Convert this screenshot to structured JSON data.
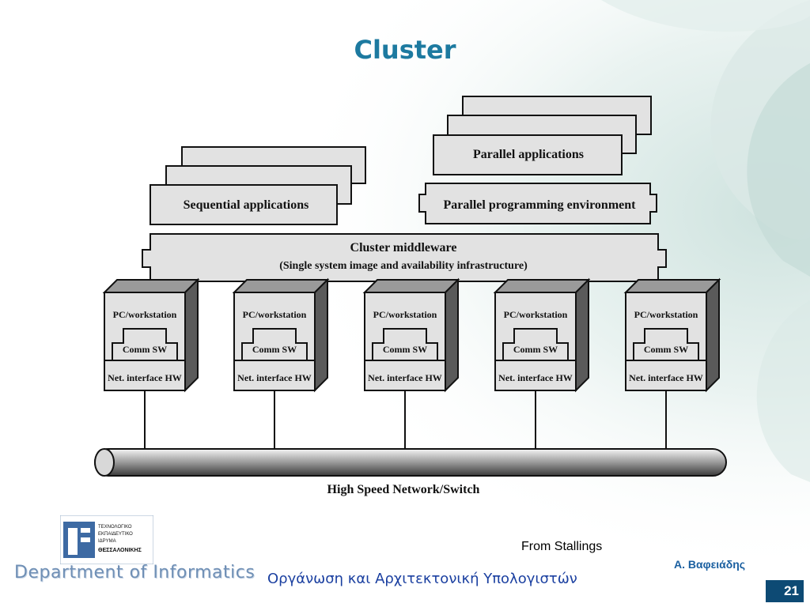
{
  "slide": {
    "title": "Cluster",
    "credit": "From Stallings",
    "author": "Α. Βαφειάδης",
    "course": "Οργάνωση και Αρχιτεκτονική Υπολογιστών",
    "page_number": "21",
    "department": "Department of Informatics"
  },
  "logo": {
    "lines": [
      "ΤΕΧΝΟΛΟΓΙΚΟ",
      "ΕΚΠΑΙΔΕΥΤΙΚΟ",
      "ΙΔΡΥΜΑ",
      "ΘΕΣΣΑΛΟΝΙΚΗΣ"
    ]
  },
  "diagram": {
    "sequential_apps": "Sequential applications",
    "parallel_apps": "Parallel applications",
    "parallel_env": "Parallel programming environment",
    "middleware_line1": "Cluster middleware",
    "middleware_line2": "(Single system image and availability infrastructure)",
    "nodes": [
      {
        "pc": "PC/workstation",
        "comm": "Comm SW",
        "nic": "Net. interface HW"
      },
      {
        "pc": "PC/workstation",
        "comm": "Comm SW",
        "nic": "Net. interface HW"
      },
      {
        "pc": "PC/workstation",
        "comm": "Comm SW",
        "nic": "Net. interface HW"
      },
      {
        "pc": "PC/workstation",
        "comm": "Comm SW",
        "nic": "Net. interface HW"
      },
      {
        "pc": "PC/workstation",
        "comm": "Comm SW",
        "nic": "Net. interface HW"
      }
    ],
    "network_label": "High Speed Network/Switch"
  },
  "colors": {
    "title": "#1d7aa0",
    "box_fill": "#e2e2e2",
    "box_dark": "#8c8c8c",
    "footer_blue": "#1a3fa0",
    "page_badge": "#0d4a74"
  }
}
